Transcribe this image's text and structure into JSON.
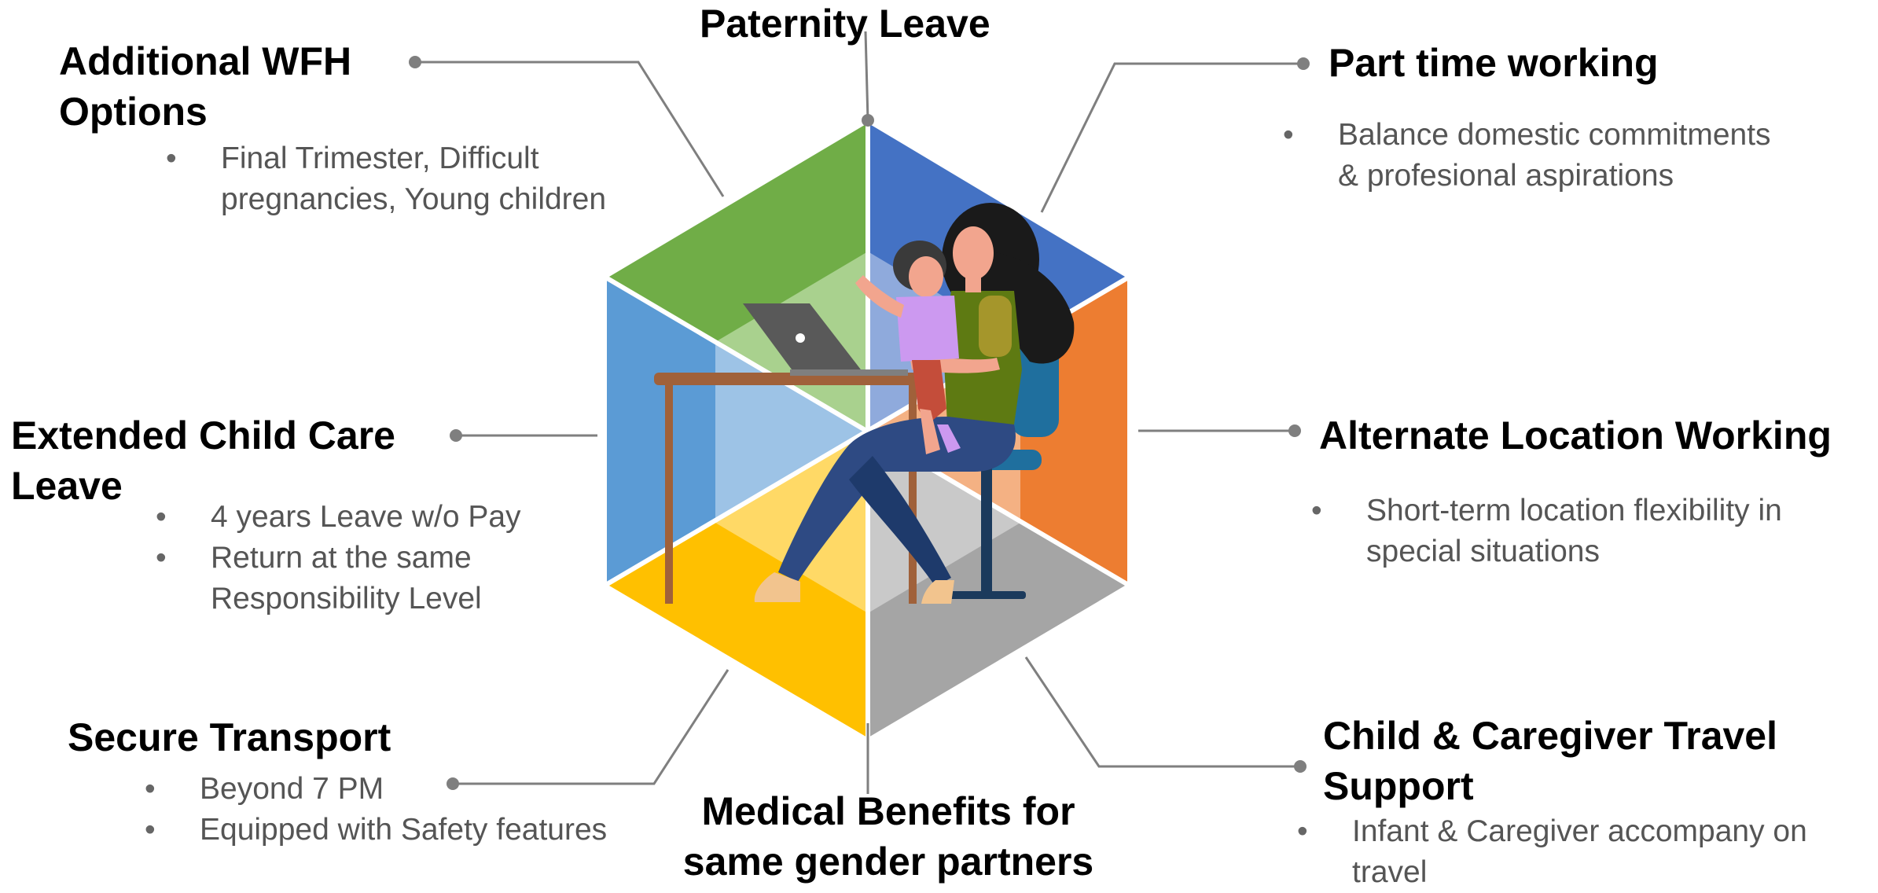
{
  "colors": {
    "green": "#70AD47",
    "blue": "#4472C4",
    "orange": "#ED7D31",
    "grey": "#A5A5A5",
    "yellow": "#FFC000",
    "light_blue": "#5B9BD5",
    "connector": "#7f7f7f"
  },
  "illustration": "mother-with-child-at-laptop",
  "segments": {
    "paternity": {
      "title": "Paternity Leave"
    },
    "wfh": {
      "title_line1": "Additional WFH",
      "title_line2": "Options",
      "bullets": [
        {
          "line1": "Final Trimester, Difficult",
          "line2": "pregnancies, Young children"
        }
      ]
    },
    "part_time": {
      "title": "Part time working",
      "bullets": [
        {
          "line1": "Balance domestic commitments",
          "line2": "& profesional aspirations"
        }
      ]
    },
    "child_care": {
      "title_line1": "Extended Child Care",
      "title_line2": "Leave",
      "bullets": [
        {
          "line1": "4 years Leave w/o Pay"
        },
        {
          "line1": "Return at the same",
          "line2": "Responsibility Level"
        }
      ]
    },
    "alternate_location": {
      "title": "Alternate Location Working",
      "bullets": [
        {
          "line1": "Short-term location flexibility in",
          "line2": "special situations"
        }
      ]
    },
    "transport": {
      "title": "Secure Transport",
      "bullets": [
        {
          "line1": "Beyond 7 PM"
        },
        {
          "line1": "Equipped with Safety features"
        }
      ]
    },
    "medical": {
      "title_line1": "Medical Benefits for",
      "title_line2": "same gender partners"
    },
    "travel": {
      "title_line1": "Child & Caregiver Travel",
      "title_line2": "Support",
      "bullets": [
        {
          "line1": "Infant & Caregiver accompany on",
          "line2": "travel"
        }
      ]
    }
  }
}
